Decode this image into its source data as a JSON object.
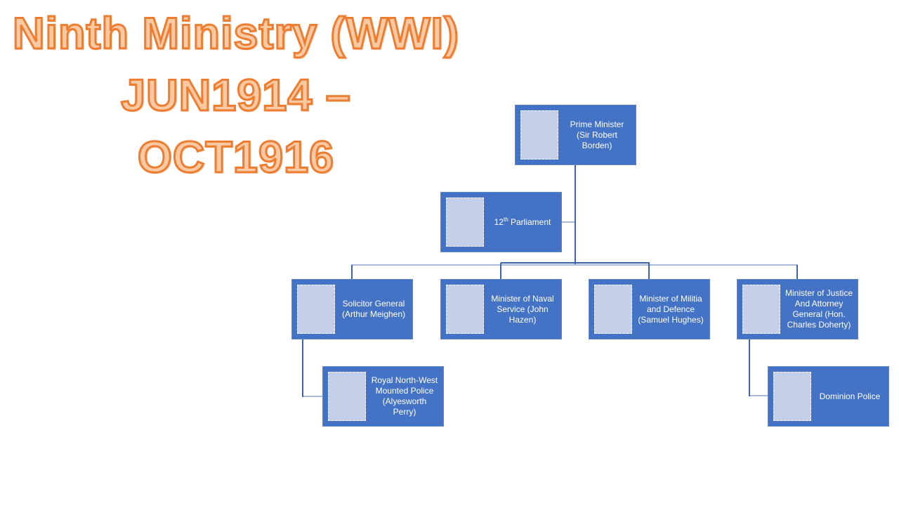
{
  "slide": {
    "background_color": "#FFFFFF",
    "title": {
      "text": "Ninth Ministry (WWI) JUN1914 – OCT1916",
      "lines": [
        "Ninth Ministry (WWI)",
        "JUN1914 –",
        "OCT1916"
      ],
      "fill_color": "#F9C9A3",
      "outline_color": "#ED7D31"
    },
    "org_chart": {
      "colors": {
        "node_fill": "#4472C4",
        "node_text": "#FFFFFF",
        "picture_placeholder_fill": "#C6CFE9",
        "connector_dark": "#3C64AB",
        "connector_light": "#A9B9DC"
      },
      "nodes": [
        {
          "id": "prime-minister",
          "label": "Prime Minister (Sir Robert Borden)",
          "lines": [
            "Prime Minister",
            "(Sir Robert",
            "Borden)"
          ]
        },
        {
          "id": "parliament",
          "label": "12th Parliament",
          "number": "12",
          "ordinal": "th",
          "rest": " Parliament"
        },
        {
          "id": "solicitor-general",
          "label": "Solicitor General (Arthur Meighen)",
          "lines": [
            "Solicitor General",
            "(Arthur Meighen)"
          ]
        },
        {
          "id": "minister-naval-service",
          "label": "Minister of Naval Service (John Hazen)",
          "lines": [
            "Minister of Naval",
            "Service (John",
            "Hazen)"
          ]
        },
        {
          "id": "minister-militia-defence",
          "label": "Minister of Militia and Defence (Samuel Hughes)",
          "lines": [
            "Minister of Militia",
            "and Defence",
            "(Samuel Hughes)"
          ]
        },
        {
          "id": "minister-justice",
          "label": "Minister of Justice And Attorney General (Hon. Charles Doherty)",
          "lines": [
            "Minister of Justice",
            "And Attorney",
            "General (Hon.",
            "Charles Doherty)"
          ]
        },
        {
          "id": "royal-north-west-mounted-police",
          "label": "Royal North-West Mounted Police (Alyesworth Perry)",
          "lines": [
            "Royal North-West",
            "Mounted Police",
            "(Alyesworth",
            "Perry)"
          ]
        },
        {
          "id": "dominion-police",
          "label": "Dominion Police",
          "lines": [
            "Dominion Police"
          ]
        }
      ]
    }
  }
}
